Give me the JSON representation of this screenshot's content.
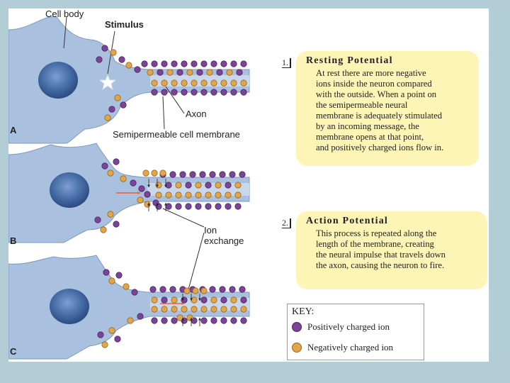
{
  "labels": {
    "cell_body": "Cell body",
    "stimulus": "Stimulus",
    "axon": "Axon",
    "membrane": "Semipermeable cell membrane",
    "ion": "Ion",
    "exchange": "exchange",
    "panel_a": "A",
    "panel_b": "B",
    "panel_c": "C"
  },
  "boxes": [
    {
      "number": "1.",
      "title": "Resting Potential",
      "lines": [
        "At rest there are more negative",
        "ions inside the neuron compared",
        "with the outside. When a point on",
        "the semipermeable neural",
        "membrane is adequately stimulated",
        "by an incoming message, the",
        "membrane opens at that point,",
        "and positively charged ions flow in."
      ]
    },
    {
      "number": "2.",
      "title": "Action Potential",
      "lines": [
        "This process is repeated along the",
        "length of the membrane, creating",
        "the neural impulse that travels down",
        "the axon, causing the neuron to fire."
      ]
    }
  ],
  "key": {
    "title": "KEY:",
    "positive": "Positively charged ion",
    "negative": "Negatively charged ion"
  },
  "colors": {
    "cell": "#a9c1de",
    "nucleus": "#3c5f9a",
    "positive_ion": "#7b4496",
    "negative_ion": "#e2a64a",
    "arrow": "#e8603a",
    "box": "#fdf5b6"
  }
}
